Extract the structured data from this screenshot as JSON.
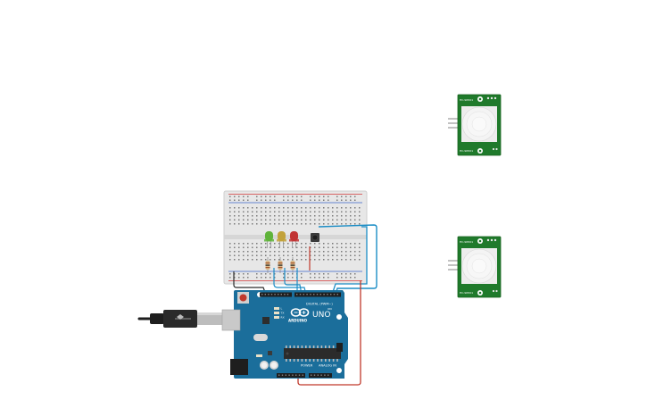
{
  "arduino": {
    "model": "UNO",
    "brand": "ARDUINO",
    "digital_label": "DIGITAL (PWM~)",
    "power_label": "POWER",
    "analog_label": "ANALOG IN",
    "led_labels": [
      "L",
      "TX",
      "RX"
    ],
    "on_label": "ON",
    "board_color": "#1b6e9b"
  },
  "breadboard": {
    "body_color": "#e7e7e7",
    "rail_red": "#d33a3a",
    "rail_blue": "#3a63c8"
  },
  "leds": [
    {
      "color_name": "green",
      "color": "#5fb33a"
    },
    {
      "color_name": "yellow",
      "color": "#c2a23a"
    },
    {
      "color_name": "red",
      "color": "#c13333"
    }
  ],
  "pir_sensors": [
    {
      "top_label": "HC-SR501",
      "bottom_label": "HC-SR501"
    },
    {
      "top_label": "HC-SR501",
      "bottom_label": "HC-SR501"
    }
  ],
  "wire_colors": {
    "signal": "#1d8ec6",
    "power": "#c0392b",
    "ground": "#2b2b2b"
  },
  "usb_cable_color": "#1e1e1e"
}
